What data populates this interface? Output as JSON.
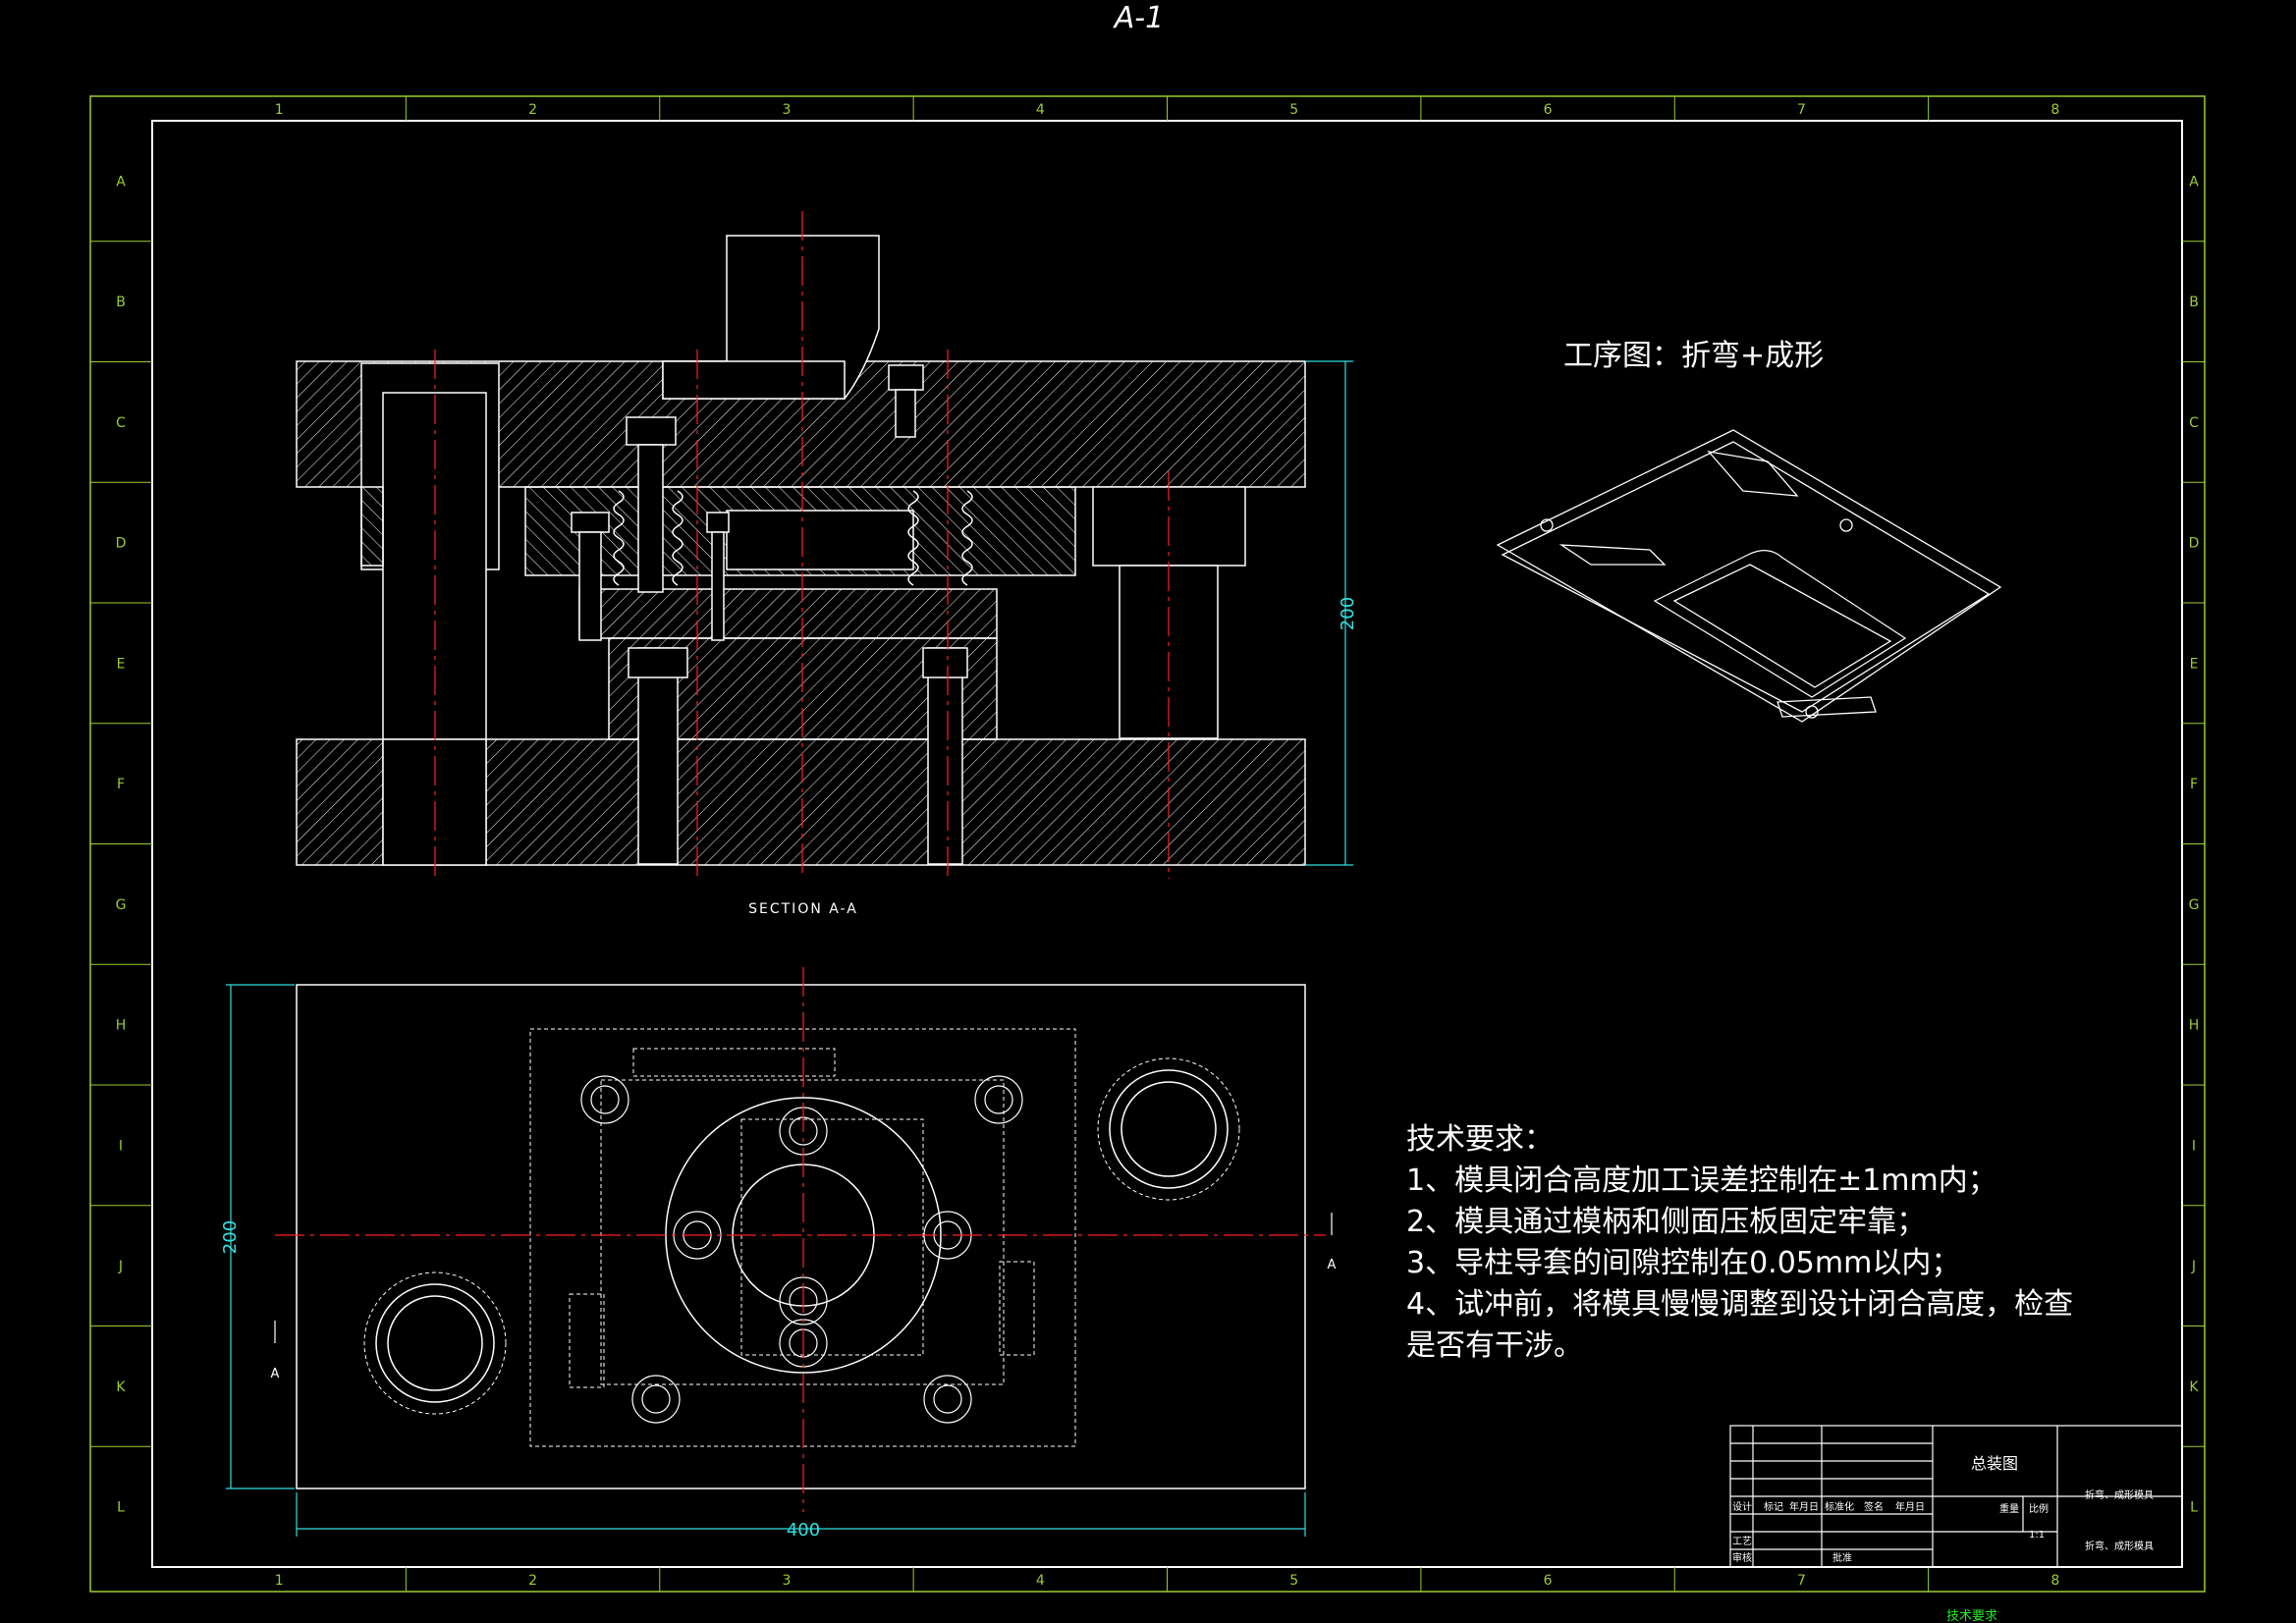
{
  "sheet": {
    "name": "A-1",
    "col_labels": [
      "1",
      "2",
      "3",
      "4",
      "5",
      "6",
      "7",
      "8"
    ],
    "row_labels": [
      "A",
      "B",
      "C",
      "D",
      "E",
      "F",
      "G",
      "H",
      "I",
      "J",
      "K",
      "L"
    ]
  },
  "section_view": {
    "label": "SECTION A-A",
    "height_dim": "200"
  },
  "plan_view": {
    "width_dim": "400",
    "height_dim": "200",
    "cut_mark_left": "A",
    "cut_mark_right": "A"
  },
  "process": {
    "title": "工序图：折弯+成形"
  },
  "tech_requirements": {
    "heading": "技术要求：",
    "items": [
      "1、模具闭合高度加工误差控制在±1mm内；",
      "2、模具通过模柄和侧面压板固定牢靠；",
      "3、导柱导套的间隙控制在0.05mm以内；",
      "4、试冲前，将模具慢慢调整到设计闭合高度，检查",
      "是否有干涉。"
    ]
  },
  "title_block": {
    "drawing_name": "总装图",
    "part_name_top": "折弯、成形模具",
    "part_name_bottom": "折弯、成形模具",
    "row_labels": [
      "设计",
      "标记",
      "年月日",
      "标准化",
      "签名",
      "年月日"
    ],
    "weight_label": "重量",
    "scale_label": "比例",
    "scale": "1:1",
    "process_label": "工艺",
    "review_label": "审核",
    "approve_label": "批准"
  },
  "footer_label": "技术要求",
  "colors": {
    "background": "#000000",
    "frame": "#9acd32",
    "geometry": "#ffffff",
    "centerline": "#ff2020",
    "dimension": "#30e0e0",
    "footer": "#22ee22"
  }
}
